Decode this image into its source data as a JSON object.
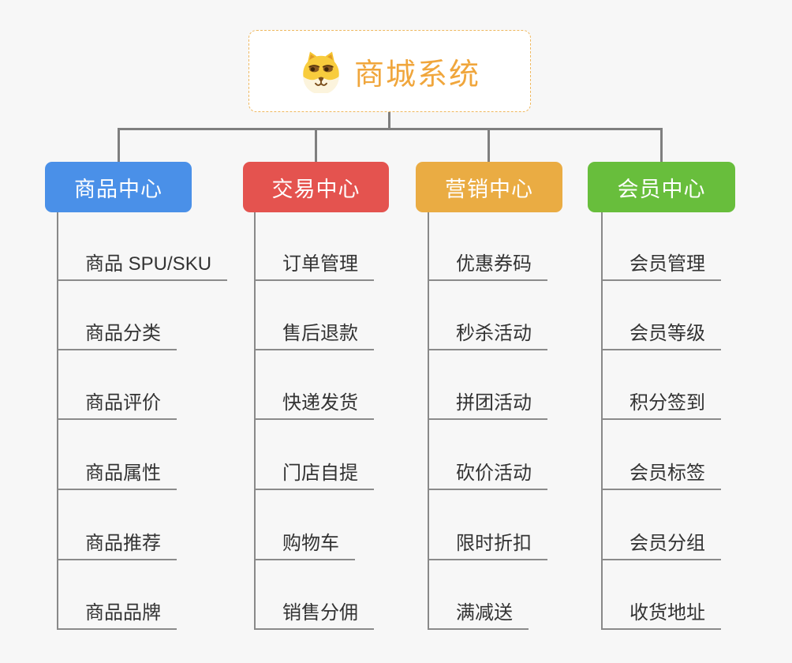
{
  "root": {
    "title": "商城系统",
    "title_color": "#f0a63c",
    "icon": "dog-face-icon"
  },
  "branches": [
    {
      "label": "商品中心",
      "color": "#4a90e8",
      "items": [
        "商品 SPU/SKU",
        "商品分类",
        "商品评价",
        "商品属性",
        "商品推荐",
        "商品品牌"
      ]
    },
    {
      "label": "交易中心",
      "color": "#e4534f",
      "items": [
        "订单管理",
        "售后退款",
        "快递发货",
        "门店自提",
        "购物车",
        "销售分佣"
      ]
    },
    {
      "label": "营销中心",
      "color": "#eaac43",
      "items": [
        "优惠券码",
        "秒杀活动",
        "拼团活动",
        "砍价活动",
        "限时折扣",
        "满减送"
      ]
    },
    {
      "label": "会员中心",
      "color": "#68be3c",
      "items": [
        "会员管理",
        "会员等级",
        "积分签到",
        "会员标签",
        "会员分组",
        "收货地址"
      ]
    }
  ],
  "colors": {
    "background": "#f7f7f7",
    "connector": "#7f7f7f",
    "leaf_underline": "#8b8b8b",
    "leaf_text": "#333333",
    "root_border": "#efb85f"
  }
}
